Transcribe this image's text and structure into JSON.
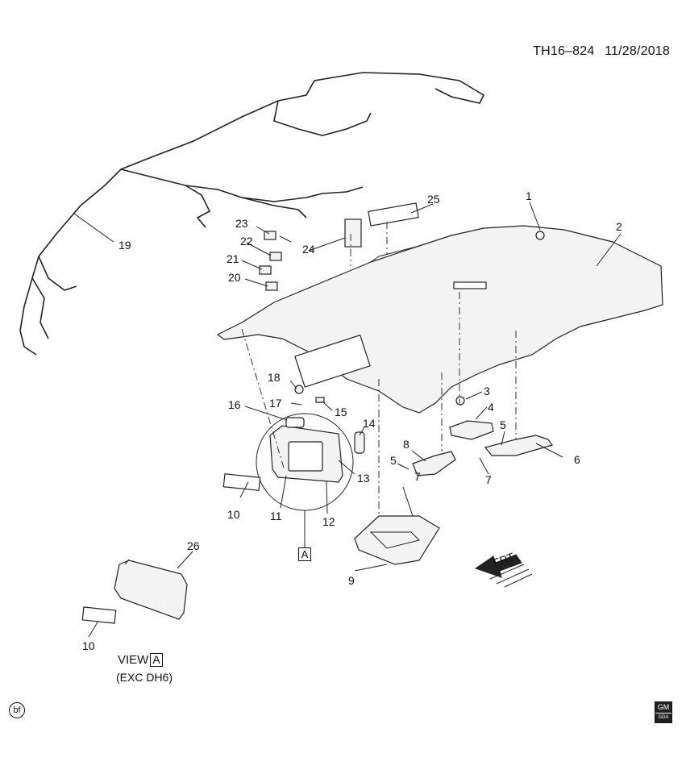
{
  "header": {
    "code": "TH16–824",
    "date": "11/28/2018"
  },
  "callouts": [
    "1",
    "2",
    "3",
    "4",
    "5",
    "5",
    "6",
    "7",
    "7",
    "8",
    "9",
    "10",
    "10",
    "11",
    "12",
    "13",
    "14",
    "15",
    "16",
    "17",
    "18",
    "19",
    "20",
    "21",
    "22",
    "23",
    "24",
    "25",
    "26"
  ],
  "view": {
    "label": "VIEW",
    "letter": "A",
    "note": "(EXC DH6)"
  },
  "detail_marker": "A",
  "front_arrow": "FRT",
  "footer": {
    "mark": "bf",
    "logo": "GM",
    "logo_sub": "GDA"
  }
}
